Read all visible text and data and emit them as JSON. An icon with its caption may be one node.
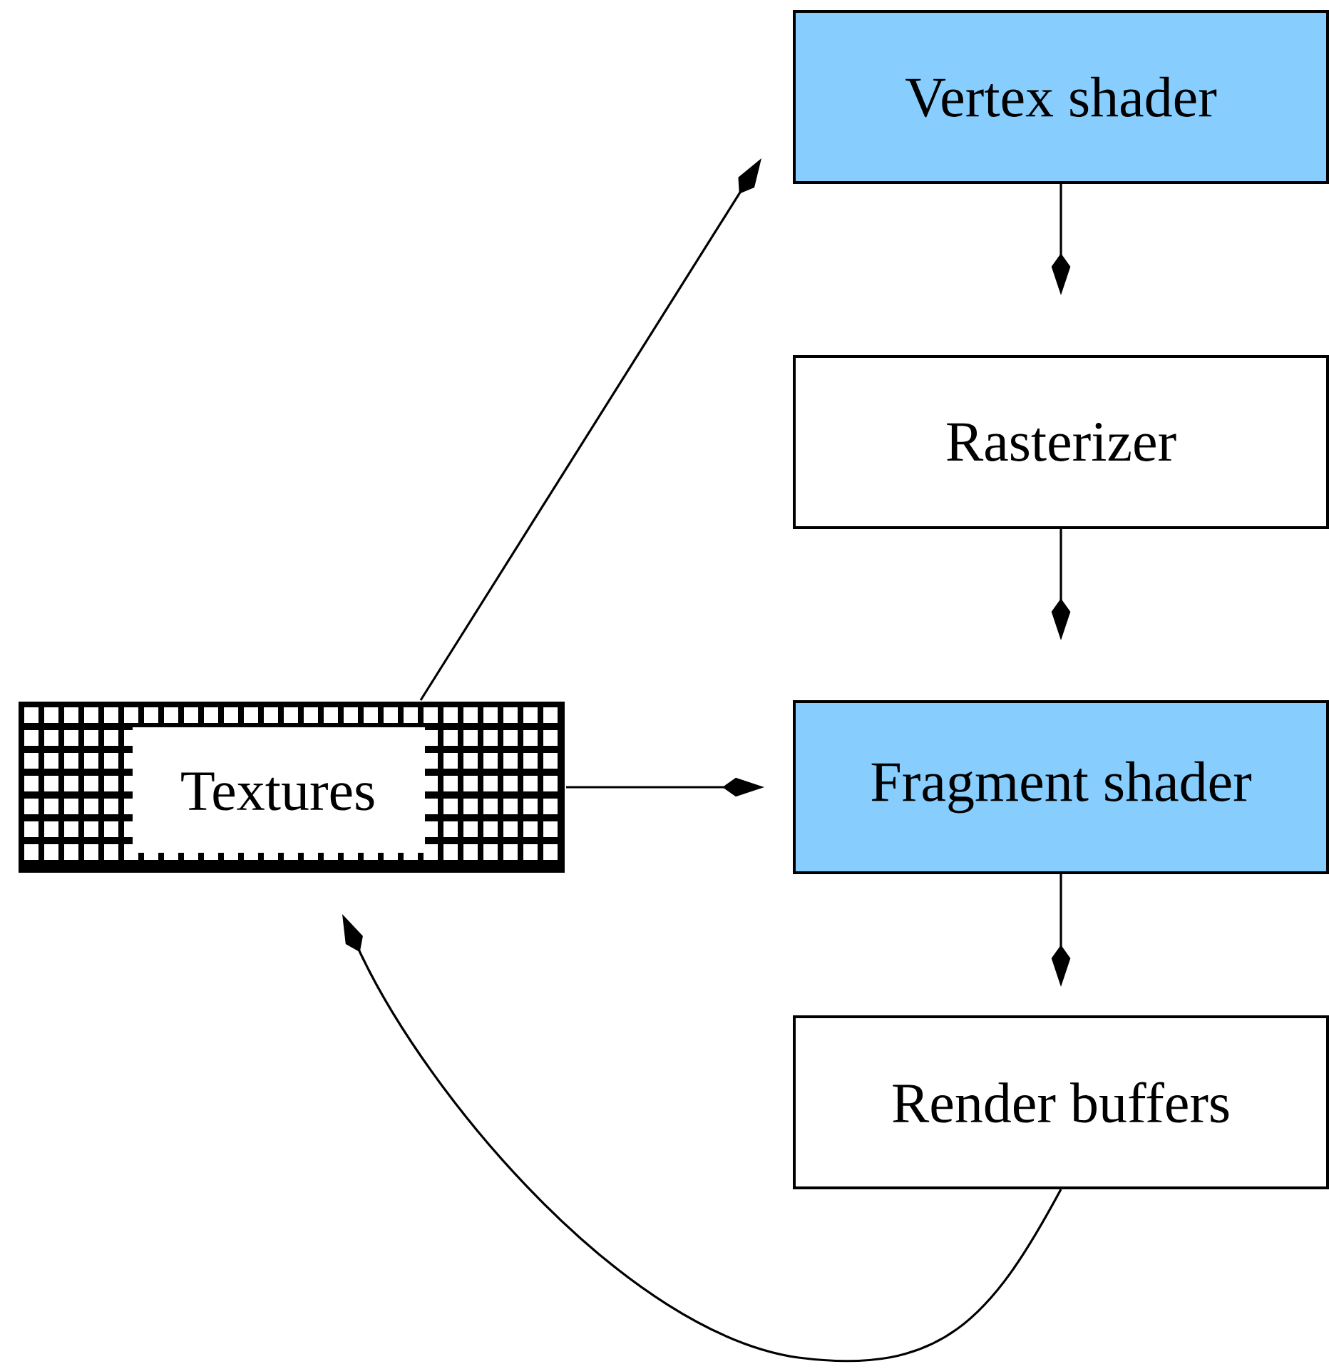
{
  "diagram": {
    "nodes": [
      {
        "text": [
          "Vertex shader"
        ]
      },
      {
        "text": [
          "Rasterizer"
        ]
      },
      {
        "text": [
          "Fragment shader"
        ]
      },
      {
        "text": [
          "Render buffers"
        ]
      },
      {
        "text": [
          "Textures"
        ]
      }
    ],
    "edges": [
      {
        "from": 4,
        "to": 0,
        "arrow": "to"
      },
      {
        "from": 0,
        "to": 1,
        "arrow": "to"
      },
      {
        "from": 1,
        "to": 2,
        "arrow": "to"
      },
      {
        "from": 4,
        "to": 2,
        "arrow": "to"
      },
      {
        "from": 2,
        "to": 3,
        "arrow": "to"
      },
      {
        "from": 3,
        "to": 4,
        "arrow": "to"
      }
    ]
  }
}
